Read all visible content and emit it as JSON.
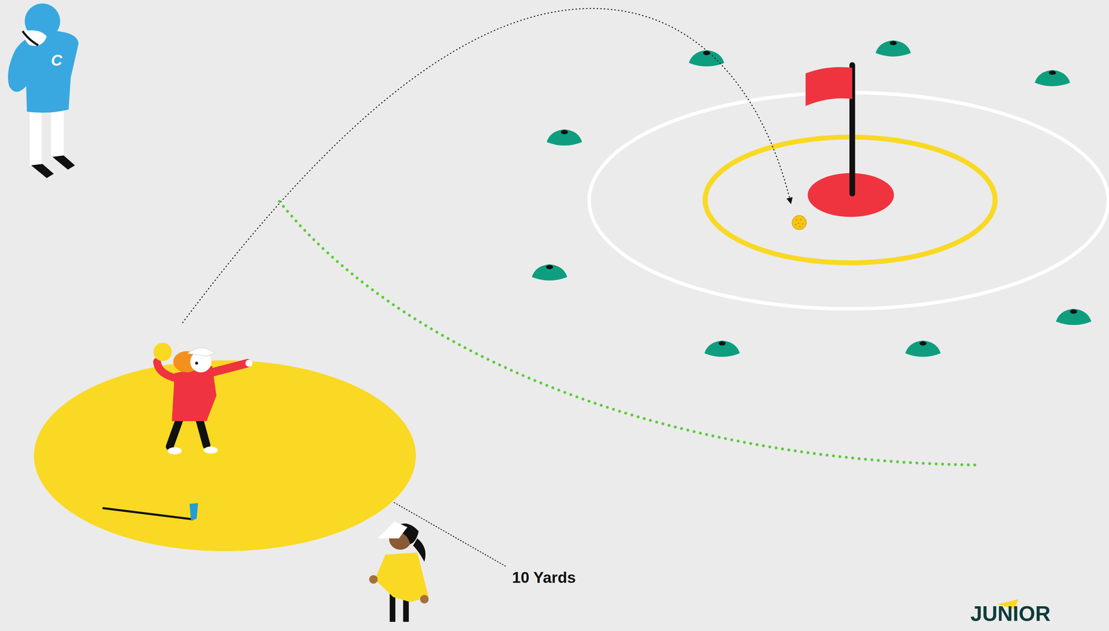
{
  "diagram": {
    "labels": [
      "10 Yards",
      "C",
      "JUNIOR"
    ]
  }
}
